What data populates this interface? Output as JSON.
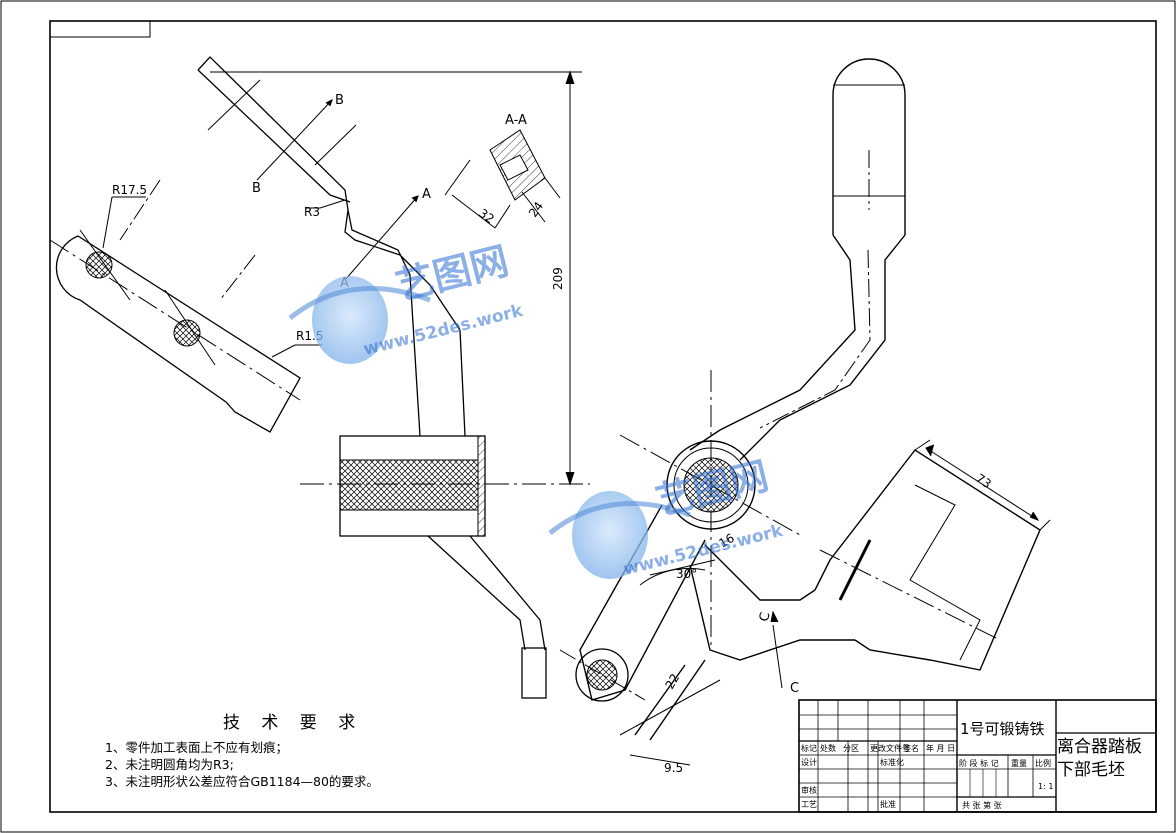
{
  "watermark": {
    "brand": "艺图网",
    "url": "www.52des.work"
  },
  "section_labels": {
    "aa": "A-A",
    "a_top": "A",
    "a_bottom": "A",
    "b_top": "B",
    "b_bottom": "B",
    "c_top": "C",
    "c_bottom": "C"
  },
  "dimensions": {
    "r17_5": "R17.5",
    "r3": "R3",
    "r1_5": "R1.5",
    "d209": "209",
    "d32": "32",
    "d24": "24",
    "d73": "73",
    "d30deg": "30°",
    "d16": "16",
    "d22": "22",
    "d9_5": "9.5"
  },
  "notes": {
    "title": "技 术 要 求",
    "items": [
      "1、零件加工表面上不应有划痕；",
      "2、未注明圆角均为R3;",
      "3、未注明形状公差应符合GB1184—80的要求。"
    ]
  },
  "title_block": {
    "material": "1号可锻铸铁",
    "part_name_line1": "离合器踏板",
    "part_name_line2": "下部毛坯",
    "rev_headers": [
      "标记",
      "处数",
      "分区",
      "更改文件号",
      "签名",
      "年 月 日"
    ],
    "roles": [
      "设计",
      "审核",
      "工艺"
    ],
    "approvals": [
      "标准化",
      "批准"
    ],
    "stage_headers": [
      "阶 段 标 记",
      "重量",
      "比例"
    ],
    "scale": "1: 1",
    "sheet_footer": "共   张 第   张"
  }
}
